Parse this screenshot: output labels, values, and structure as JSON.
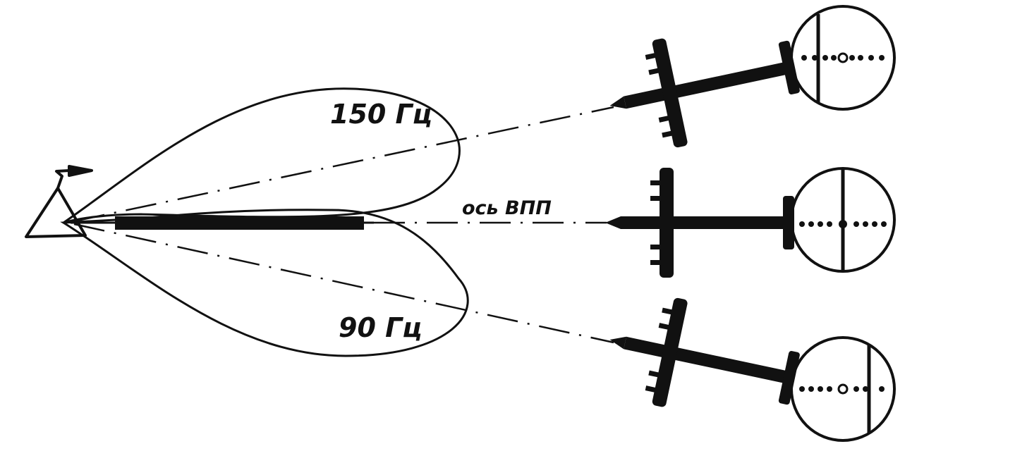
{
  "labels": {
    "lobe_top": "150 Гц",
    "lobe_bottom": "90 Гц",
    "runway_axis": "ось ВПП"
  },
  "aircraft": [
    {
      "id": "above-axis"
    },
    {
      "id": "on-axis"
    },
    {
      "id": "below-axis"
    }
  ],
  "indicators": [
    {
      "id": "above-axis",
      "needle": "left"
    },
    {
      "id": "on-axis",
      "needle": "center"
    },
    {
      "id": "below-axis",
      "needle": "right"
    }
  ],
  "colors": {
    "ink": "#111111",
    "paper": "#ffffff"
  }
}
